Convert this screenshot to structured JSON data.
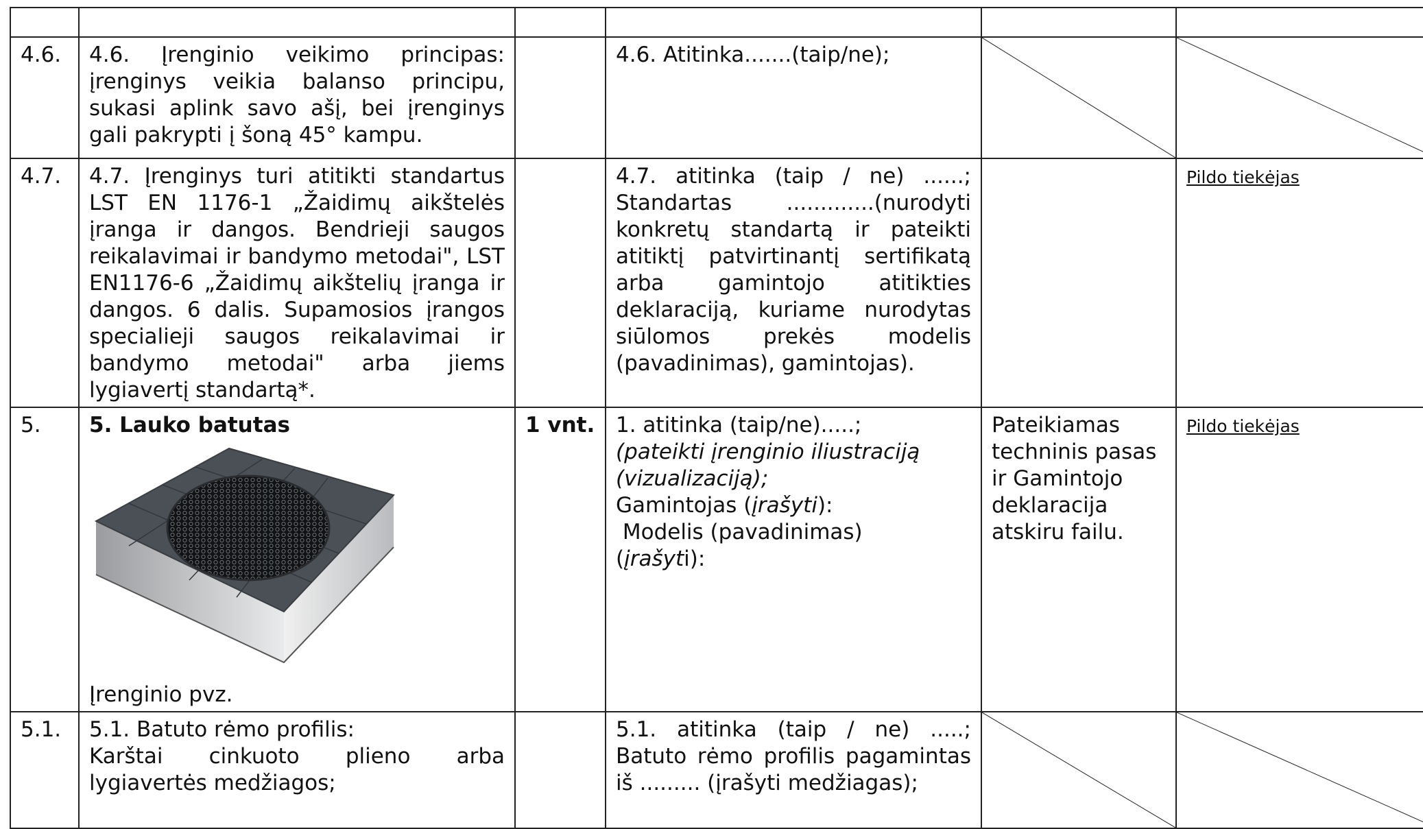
{
  "rows": [
    {
      "nr": "",
      "req": "",
      "qty": "",
      "offer": "",
      "doc": "",
      "note": ""
    },
    {
      "nr": "4.6.",
      "req": "4.6. Įrenginio veikimo principas: įrenginys veikia balanso principu, sukasi aplink savo ašį, bei įrenginys gali pakrypti į šoną 45° kampu.",
      "offer": "4.6. Atitinka.......(taip/ne);"
    },
    {
      "nr": "4.7.",
      "req": "4.7. Įrenginys turi atitikti standartus LST EN 1176-1 „Žaidimų aikštelės įranga ir  dangos. Bendrieji saugos reikalavimai ir bandymo metodai\", LST EN1176-6 „Žaidimų aikštelių įranga ir dangos. 6 dalis. Supamosios įrangos specialieji saugos reikalavimai ir bandymo metodai\" arba jiems lygiavertį standartą*.",
      "offer": "4.7. atitinka (taip / ne) ......; Standartas .............(nurodyti konkretų standartą ir pateikti atitiktį patvirtinantį sertifikatą arba gamintojo atitikties deklaraciją, kuriame nurodytas siūlomos prekės modelis (pavadinimas), gamintojas).",
      "note": "Pildo tiekėjas"
    },
    {
      "nr": "5.",
      "title": "5. Lauko batutas",
      "image_caption": "Įrenginio pvz.",
      "qty": "1 vnt.",
      "offer_l1": "1.  atitinka (taip/ne).....;",
      "offer_l2": "(pateikti įrenginio iliustraciją (vizualizaciją);",
      "offer_l3a": "Gamintojas (",
      "offer_l3b": "įrašyti",
      "offer_l3c": "):",
      "offer_l4": " Modelis (pavadinimas)",
      "offer_l5a": "(",
      "offer_l5b": "įrašyt",
      "offer_l5c": "i):",
      "doc": "Pateikiamas techninis pasas ir Gamintojo deklaracija atskiru failu.",
      "note": "Pildo tiekėjas"
    },
    {
      "nr": "5.1.",
      "req_l1": "5.1. Batuto rėmo profilis:",
      "req_l2": "Karštai cinkuoto plieno arba lygiavertės medžiagos;",
      "offer": "5.1. atitinka (taip / ne) .....; Batuto rėmo profilis pagamintas iš ......... (įrašyti medžiagas);"
    }
  ],
  "colors": {
    "border": "#222222",
    "trampoline_mat": "#1e1f22",
    "trampoline_pad": "#4a4f55"
  },
  "icons": [
    "trampoline-illustration"
  ]
}
